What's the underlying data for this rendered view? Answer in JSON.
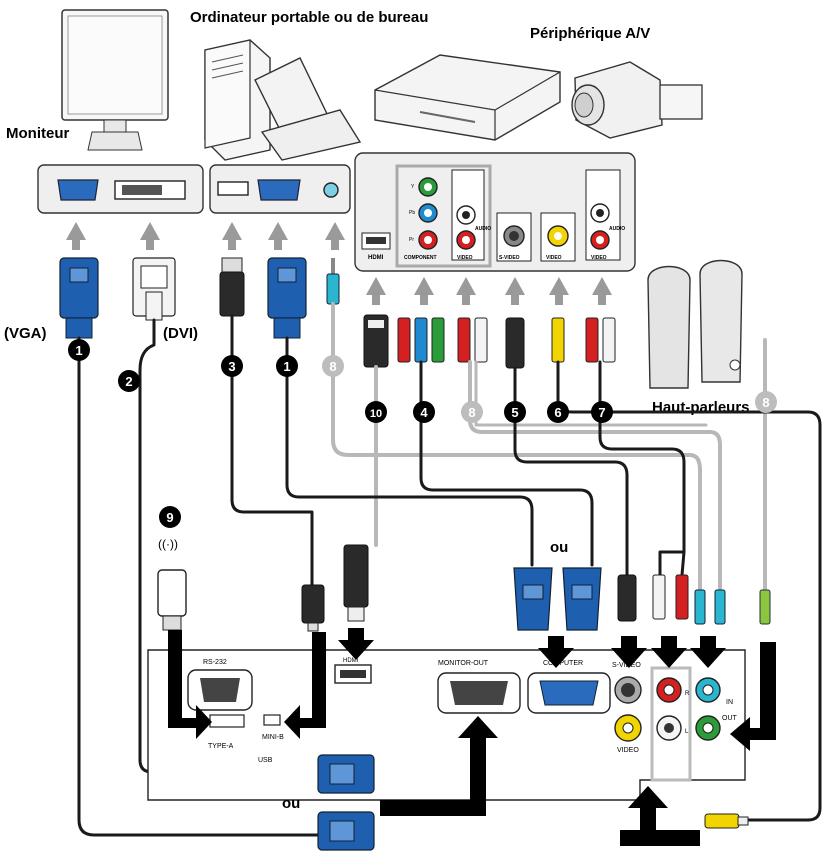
{
  "labels": {
    "computer": "Ordinateur portable ou de bureau",
    "av_device": "Périphérique A/V",
    "monitor": "Moniteur",
    "speakers": "Haut-parleurs",
    "vga": "(VGA)",
    "dvi": "(DVI)",
    "or_top": "ou",
    "or_bottom": "ou"
  },
  "av_panel": {
    "hdmi": "HDMI",
    "component": "COMPONENT",
    "video": "VIDEO",
    "audio": "AUDIO",
    "svideo": "S-VIDEO",
    "video2": "VIDEO",
    "video3": "VIDEO",
    "audio2": "AUDIO",
    "y": "Y",
    "pb": "Pb",
    "pr": "Pr"
  },
  "projector": {
    "rs232": "RS-232",
    "hdmi": "HDMI",
    "monitor_out": "MONITOR-OUT",
    "computer": "COMPUTER",
    "svideo": "S-VIDEO",
    "video": "VIDEO",
    "type_a": "TYPE-A",
    "mini_b": "MINI-B",
    "usb": "USB",
    "in": "IN",
    "out": "OUT",
    "r": "R",
    "l": "L"
  },
  "cable_numbers": [
    "1",
    "2",
    "3",
    "1",
    "8",
    "10",
    "4",
    "8",
    "5",
    "6",
    "7",
    "8",
    "9"
  ],
  "colors": {
    "cable_dark": "#1a1a1a",
    "cable_gray": "#b8b8b8",
    "vga_blue": "#1f5fb0",
    "panel_fill": "#efefef",
    "arrow_gray": "#9a9a9a",
    "rca_red": "#d42020",
    "rca_green": "#2a9d3a",
    "rca_yellow": "#f2d400",
    "rca_white": "#f4f4f4",
    "jack_cyan": "#2ab5d0"
  }
}
